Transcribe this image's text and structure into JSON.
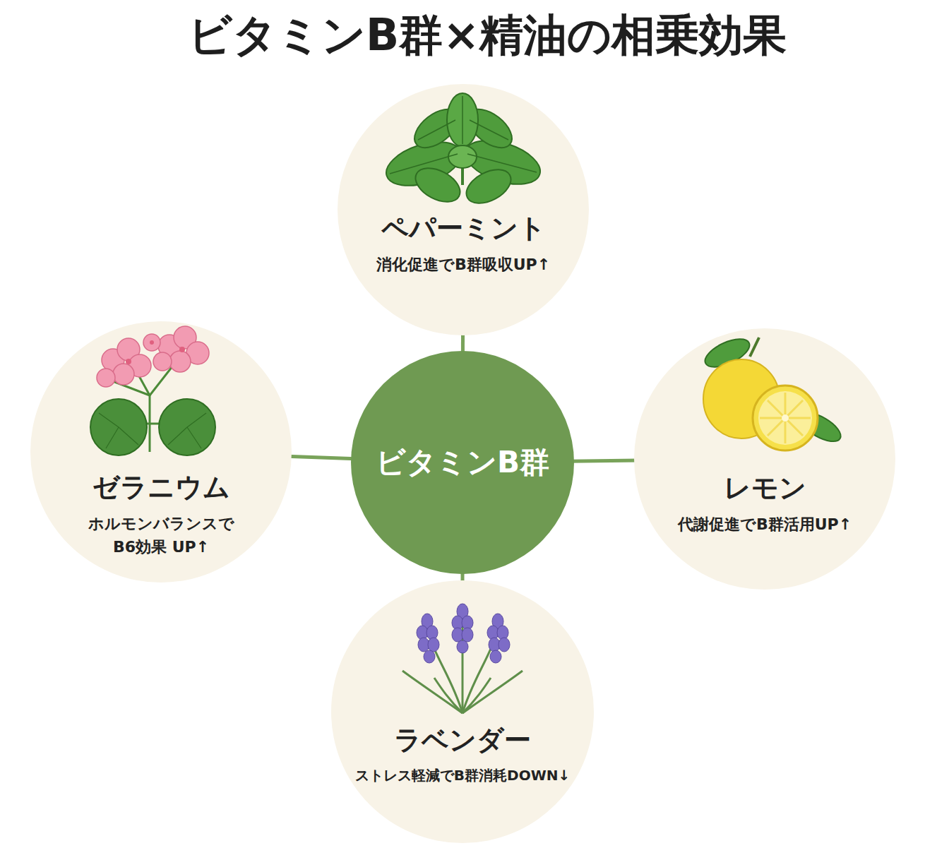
{
  "diagram": {
    "title": "ビタミンB群×精油の相乗効果",
    "nodes": [
      {
        "text": [
          "ペパーミント",
          "消化促進でB群吸収UP↑"
        ]
      },
      {
        "text": [
          "ゼラニウム",
          "ホルモンバランスで B6効果 UP↑"
        ]
      },
      {
        "text": [
          "ビタミンB群"
        ]
      },
      {
        "text": [
          "レモン",
          "代謝促進でB群活用UP↑"
        ]
      },
      {
        "text": [
          "ラベンダー",
          "ストレス軽減でB群消耗DOWN↓"
        ]
      }
    ],
    "edges": [
      {
        "from": 2,
        "to": 0,
        "arrow": "none"
      },
      {
        "from": 2,
        "to": 1,
        "arrow": "none"
      },
      {
        "from": 2,
        "to": 3,
        "arrow": "none"
      },
      {
        "from": 2,
        "to": 4,
        "arrow": "none"
      }
    ]
  }
}
